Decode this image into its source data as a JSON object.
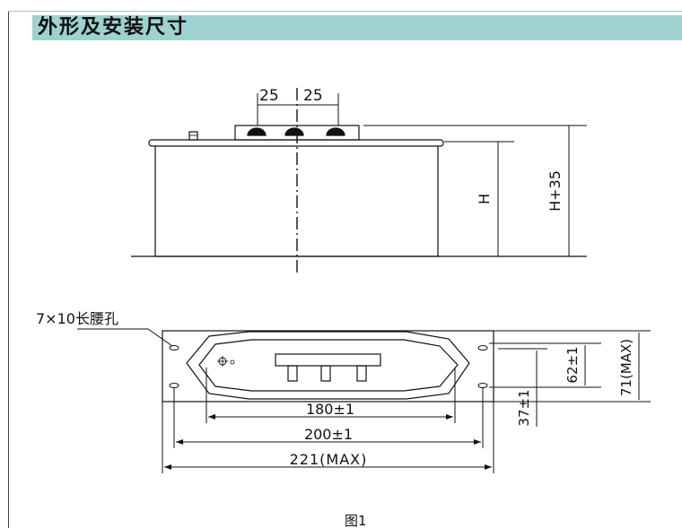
{
  "header": {
    "title": "外形及安装尺寸"
  },
  "drawing": {
    "side_view": {
      "terminal_spacing_left": "25",
      "terminal_spacing_right": "25",
      "height_label": "H",
      "total_height_label": "H+35"
    },
    "bottom_view": {
      "slot_note": "7×10长腰孔",
      "width_inner": "180±1",
      "width_mounting": "200±1",
      "width_max": "221(MAX)",
      "depth_mounting": "62±1",
      "depth_max": "71(MAX)",
      "offset": "37±1"
    },
    "caption": "图1"
  },
  "colors": {
    "title_bar": "#9ed2d0",
    "line": "#111111"
  }
}
